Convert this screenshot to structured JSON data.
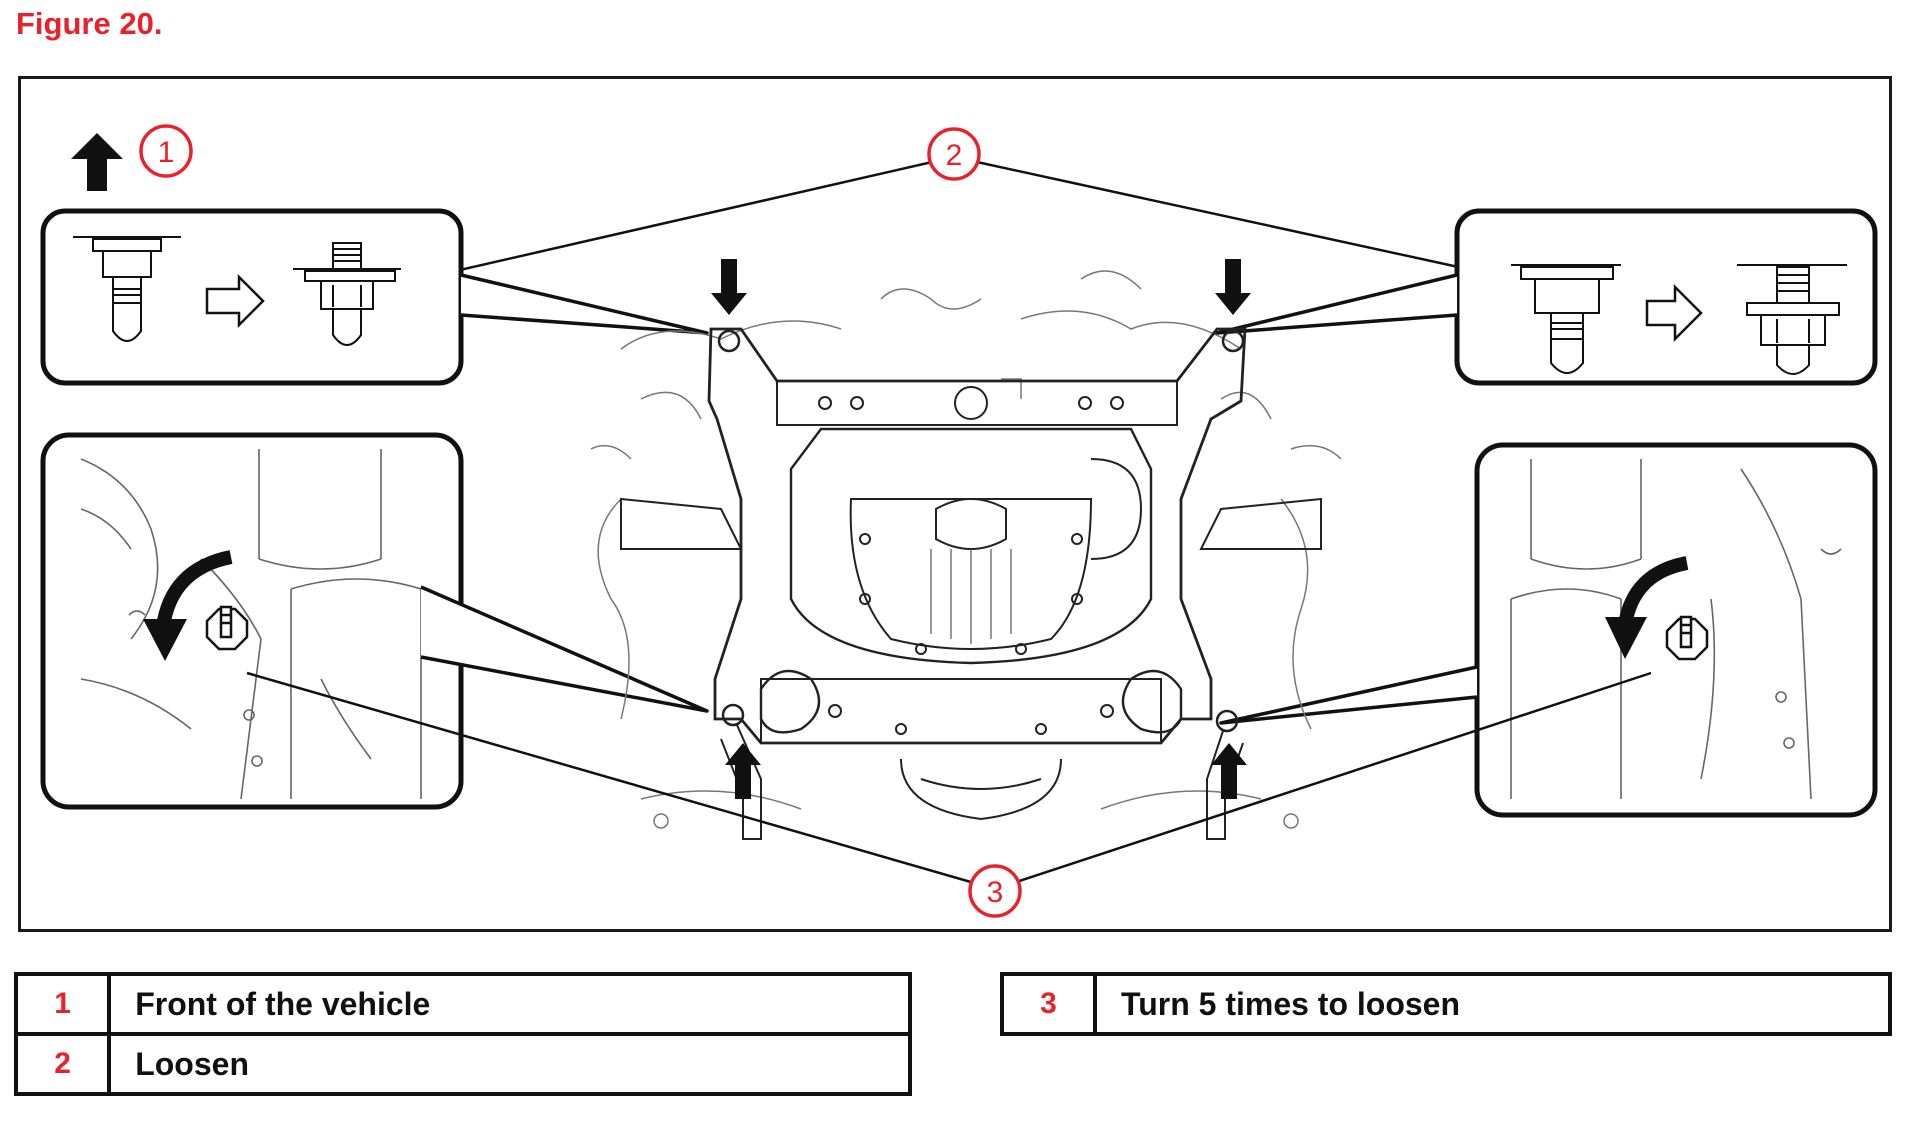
{
  "figure": {
    "title": "Figure 20."
  },
  "callouts": [
    "1",
    "2",
    "3"
  ],
  "legend": [
    {
      "number": "1",
      "description": "Front of the vehicle"
    },
    {
      "number": "2",
      "description": "Loosen"
    },
    {
      "number": "3",
      "description": "Turn 5 times to loosen"
    }
  ],
  "colors": {
    "accent_red": "#e8212b",
    "line_black": "#111111"
  },
  "icons": [
    "front-arrow-icon",
    "press-arrow-icon",
    "rotate-arrow-icon",
    "hollow-arrow-icon"
  ]
}
